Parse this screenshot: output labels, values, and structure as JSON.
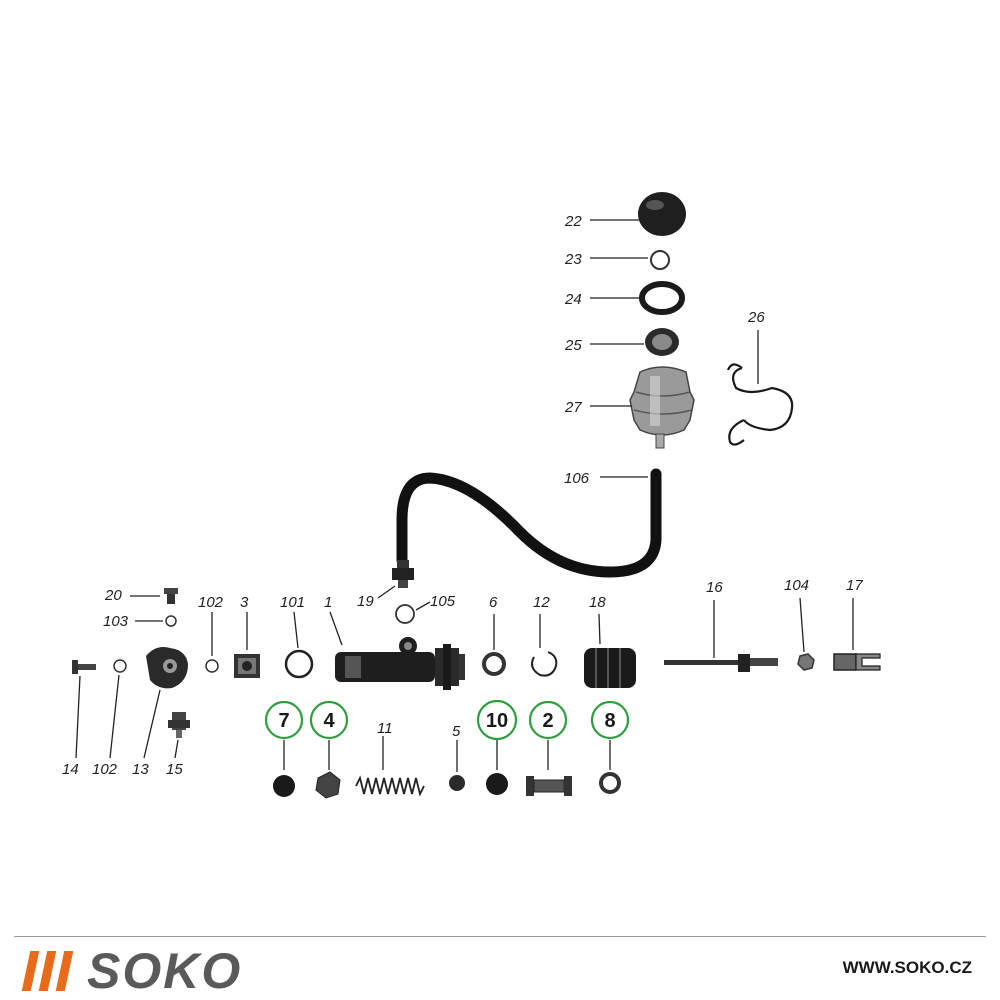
{
  "diagram": {
    "part_labels": {
      "p22": "22",
      "p23": "23",
      "p24": "24",
      "p25": "25",
      "p26": "26",
      "p27": "27",
      "p106": "106",
      "p19": "19",
      "p105": "105",
      "p20": "20",
      "p103": "103",
      "p102a": "102",
      "p3": "3",
      "p101": "101",
      "p1": "1",
      "p6": "6",
      "p12": "12",
      "p18": "18",
      "p16": "16",
      "p104": "104",
      "p17": "17",
      "p14": "14",
      "p102b": "102",
      "p13": "13",
      "p15": "15",
      "p11": "11",
      "p5": "5"
    },
    "highlighted_labels": {
      "h7": "7",
      "h4": "4",
      "h10": "10",
      "h2": "2",
      "h8": "8"
    },
    "highlight_color": "#2e9e3e"
  },
  "footer": {
    "brand": "SOKO",
    "website": "WWW.SOKO.CZ",
    "stripe_color": "#e86a1a",
    "brand_color": "#5a5a5a"
  }
}
